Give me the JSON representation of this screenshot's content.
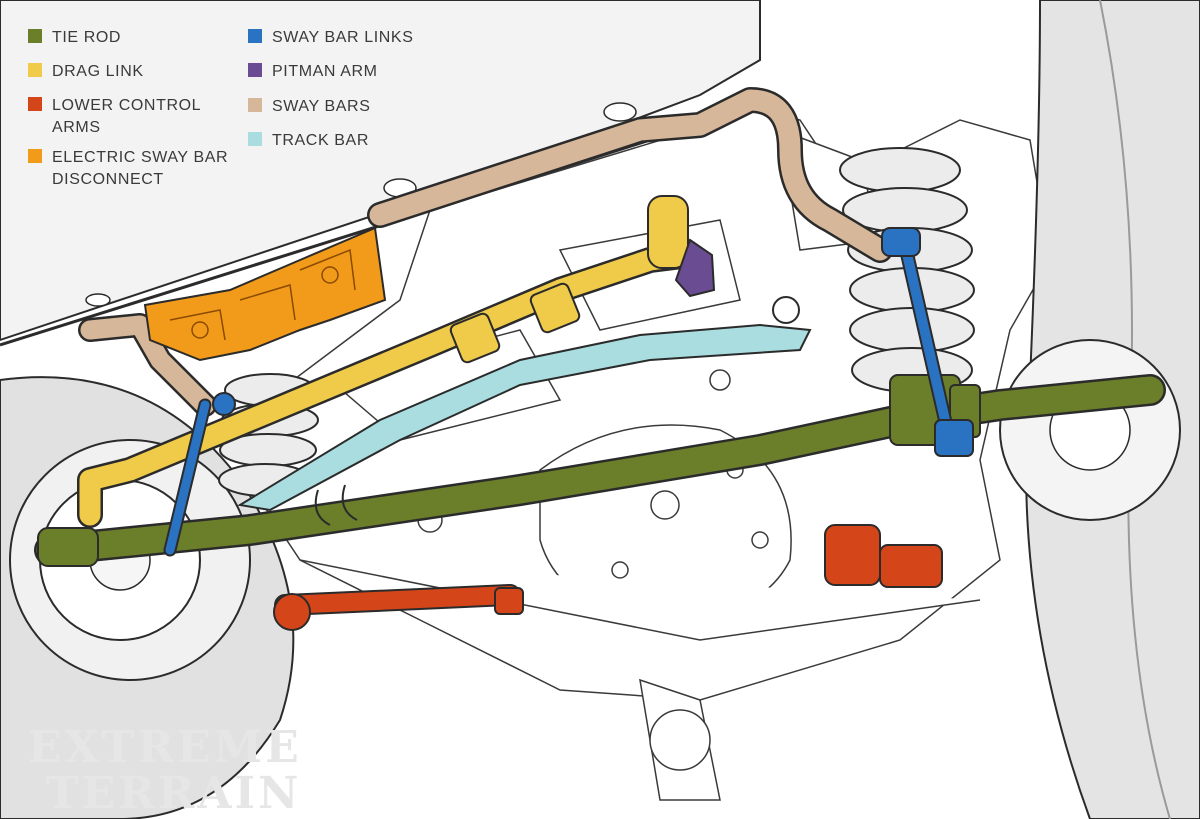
{
  "legend": {
    "items": [
      {
        "label": "TIE ROD",
        "color": "#6b7f2a"
      },
      {
        "label": "DRAG LINK",
        "color": "#f0cb4a"
      },
      {
        "label": "LOWER CONTROL ARMS",
        "color": "#d4461a"
      },
      {
        "label": "ELECTRIC SWAY BAR DISCONNECT",
        "color": "#f29a1a"
      },
      {
        "label": "SWAY BAR LINKS",
        "color": "#2a72c2"
      },
      {
        "label": "PITMAN ARM",
        "color": "#6a4c93"
      },
      {
        "label": "SWAY BARS",
        "color": "#d6b79a"
      },
      {
        "label": "TRACK BAR",
        "color": "#a9dde0"
      }
    ]
  },
  "watermark": {
    "line1": "EXTREME",
    "line2": "TERRAIN"
  }
}
